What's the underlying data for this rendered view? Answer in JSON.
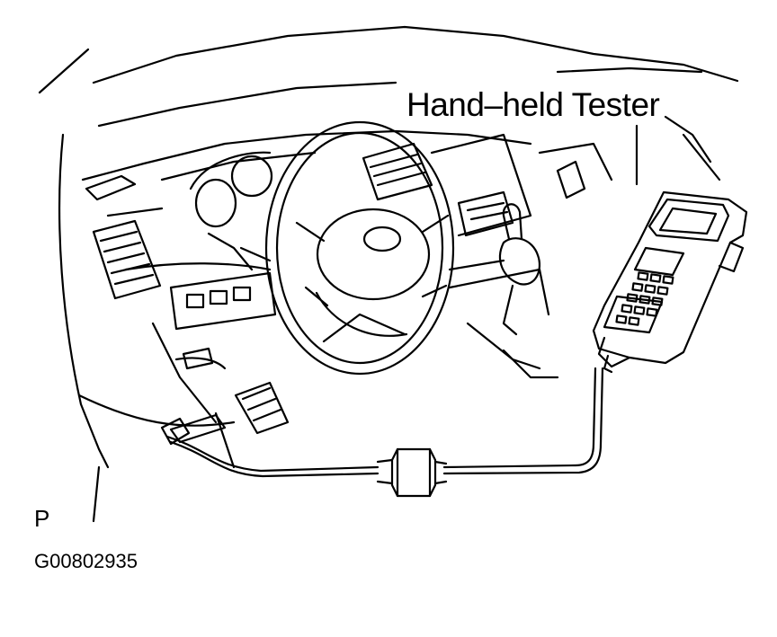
{
  "labels": {
    "tester": "Hand–held Tester",
    "view_letter": "P",
    "figure_code": "G00802935"
  },
  "colors": {
    "line": "#000000",
    "background": "#ffffff"
  }
}
